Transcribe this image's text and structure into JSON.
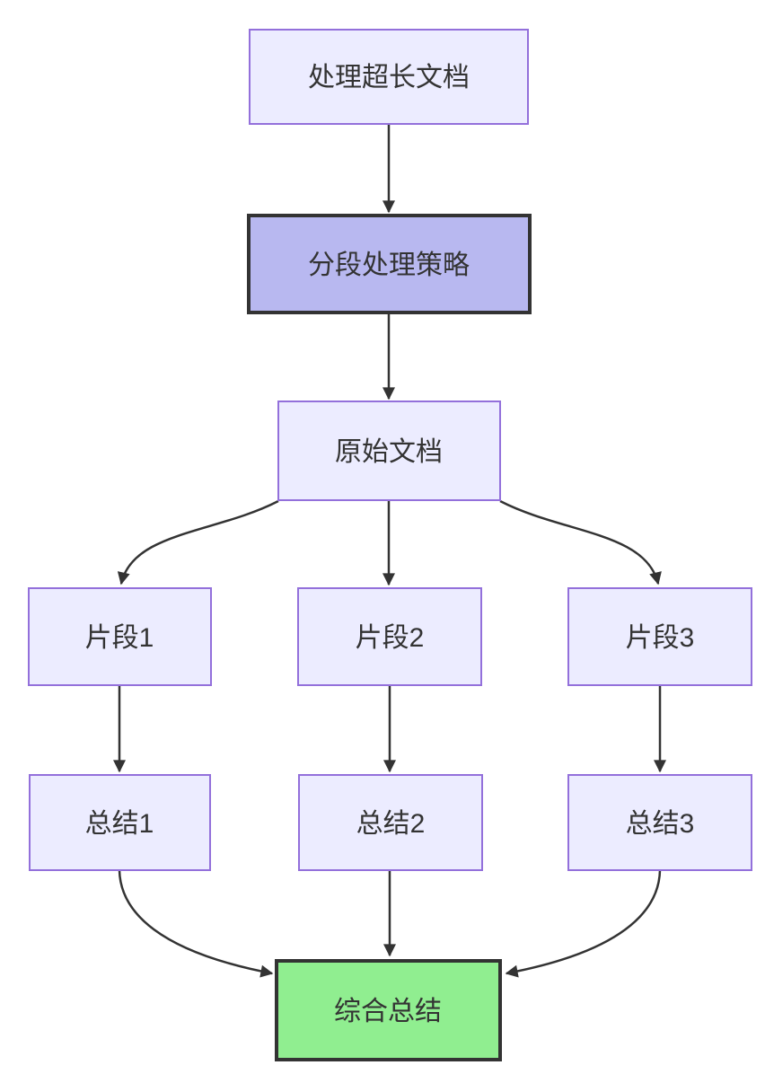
{
  "diagram": {
    "type": "flowchart-top-down",
    "nodes": [
      {
        "id": "A",
        "label": "处理超长文档",
        "style": "default"
      },
      {
        "id": "B",
        "label": "分段处理策略",
        "style": "strategy-highlight"
      },
      {
        "id": "C",
        "label": "原始文档",
        "style": "default"
      },
      {
        "id": "D1",
        "label": "片段1",
        "style": "default"
      },
      {
        "id": "D2",
        "label": "片段2",
        "style": "default"
      },
      {
        "id": "D3",
        "label": "片段3",
        "style": "default"
      },
      {
        "id": "E1",
        "label": "总结1",
        "style": "default"
      },
      {
        "id": "E2",
        "label": "总结2",
        "style": "default"
      },
      {
        "id": "E3",
        "label": "总结3",
        "style": "default"
      },
      {
        "id": "F",
        "label": "综合总结",
        "style": "result-highlight"
      }
    ],
    "edges": [
      {
        "from": "处理超长文档",
        "to": "分段处理策略"
      },
      {
        "from": "分段处理策略",
        "to": "原始文档"
      },
      {
        "from": "原始文档",
        "to": "片段1"
      },
      {
        "from": "原始文档",
        "to": "片段2"
      },
      {
        "from": "原始文档",
        "to": "片段3"
      },
      {
        "from": "片段1",
        "to": "总结1"
      },
      {
        "from": "片段2",
        "to": "总结2"
      },
      {
        "from": "片段3",
        "to": "总结3"
      },
      {
        "from": "总结1",
        "to": "综合总结"
      },
      {
        "from": "总结2",
        "to": "综合总结"
      },
      {
        "from": "总结3",
        "to": "综合总结"
      }
    ],
    "colors": {
      "background": "#FFFFFF",
      "node_fill": "#ECECFF",
      "node_border": "#9370DB",
      "strategy_fill": "#B8B8F0",
      "strategy_border": "#333333",
      "result_fill": "#90EE90",
      "result_border": "#333333",
      "edge_line": "#333333",
      "text": "#333333"
    }
  }
}
